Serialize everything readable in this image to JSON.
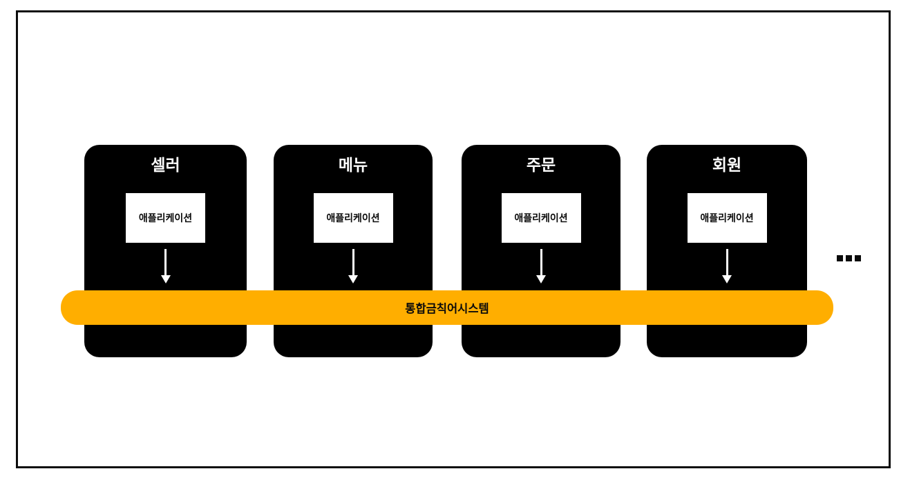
{
  "diagram": {
    "services": [
      {
        "title": "셀러",
        "component": "애플리케이션"
      },
      {
        "title": "메뉴",
        "component": "애플리케이션"
      },
      {
        "title": "주문",
        "component": "애플리케이션"
      },
      {
        "title": "회원",
        "component": "애플리케이션"
      }
    ],
    "shared_bar": {
      "label": "통합금칙어시스템"
    },
    "ellipsis": "...",
    "colors": {
      "service_box": "#000000",
      "service_title_text": "#FFFFFF",
      "application_box": "#FFFFFF",
      "application_text": "#000000",
      "arrow": "#FFFFFF",
      "shared_bar": "#FFAE00",
      "shared_bar_text": "#000000",
      "frame_border": "#000000",
      "background": "#FFFFFF"
    }
  }
}
